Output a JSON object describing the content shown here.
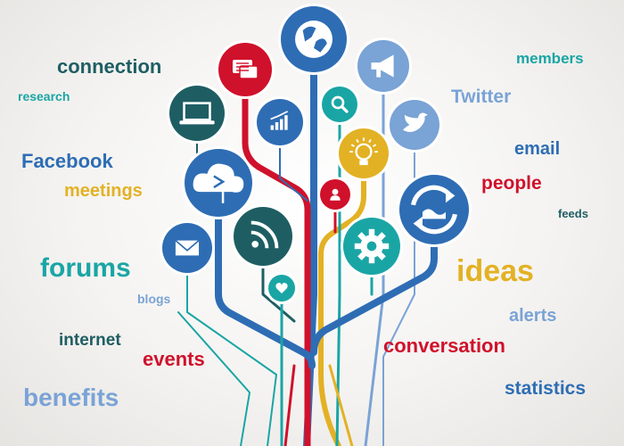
{
  "colors": {
    "blue": "#2e6db4",
    "teal": "#1aa5a5",
    "dark_teal": "#1e5e63",
    "red": "#d0112b",
    "yellow": "#e3b124",
    "light_blue": "#7aa3d6",
    "white": "#ffffff"
  },
  "words": [
    {
      "id": "connection",
      "text": "connection",
      "color": "#1e5e63"
    },
    {
      "id": "research",
      "text": "research",
      "color": "#1aa5a5"
    },
    {
      "id": "facebook",
      "text": "Facebook",
      "color": "#2e6db4"
    },
    {
      "id": "meetings",
      "text": "meetings",
      "color": "#e3b124"
    },
    {
      "id": "forums",
      "text": "forums",
      "color": "#1aa5a5"
    },
    {
      "id": "blogs",
      "text": "blogs",
      "color": "#7aa3d6"
    },
    {
      "id": "internet",
      "text": "internet",
      "color": "#1e5e63"
    },
    {
      "id": "events",
      "text": "events",
      "color": "#d0112b"
    },
    {
      "id": "benefits",
      "text": "benefits",
      "color": "#7aa3d6"
    },
    {
      "id": "members",
      "text": "members",
      "color": "#1aa5a5"
    },
    {
      "id": "twitter",
      "text": "Twitter",
      "color": "#7aa3d6"
    },
    {
      "id": "email",
      "text": "email",
      "color": "#2e6db4"
    },
    {
      "id": "people",
      "text": "people",
      "color": "#d0112b"
    },
    {
      "id": "feeds",
      "text": "feeds",
      "color": "#1e5e63"
    },
    {
      "id": "ideas",
      "text": "ideas",
      "color": "#e3b124"
    },
    {
      "id": "alerts",
      "text": "alerts",
      "color": "#7aa3d6"
    },
    {
      "id": "conversation",
      "text": "conversation",
      "color": "#d0112b"
    },
    {
      "id": "statistics",
      "text": "statistics",
      "color": "#2e6db4"
    }
  ],
  "icons": [
    {
      "id": "globe",
      "name": "globe-icon",
      "color": "#2e6db4"
    },
    {
      "id": "chat",
      "name": "chat-bubbles-icon",
      "color": "#d0112b"
    },
    {
      "id": "megaphone",
      "name": "megaphone-icon",
      "color": "#7aa3d6"
    },
    {
      "id": "laptop",
      "name": "laptop-icon",
      "color": "#1e5e63"
    },
    {
      "id": "chart",
      "name": "bar-chart-icon",
      "color": "#2e6db4"
    },
    {
      "id": "search",
      "name": "search-icon",
      "color": "#1aa5a5"
    },
    {
      "id": "bird",
      "name": "twitter-bird-icon",
      "color": "#7aa3d6"
    },
    {
      "id": "bulb",
      "name": "lightbulb-icon",
      "color": "#e3b124"
    },
    {
      "id": "cloud",
      "name": "cloud-share-icon",
      "color": "#2e6db4"
    },
    {
      "id": "person",
      "name": "person-icon",
      "color": "#d0112b"
    },
    {
      "id": "sync",
      "name": "sync-arrows-icon",
      "color": "#2e6db4"
    },
    {
      "id": "rss",
      "name": "rss-icon",
      "color": "#1e5e63"
    },
    {
      "id": "mail",
      "name": "mail-icon",
      "color": "#2e6db4"
    },
    {
      "id": "gear",
      "name": "gear-icon",
      "color": "#1aa5a5"
    },
    {
      "id": "heart",
      "name": "heart-icon",
      "color": "#1aa5a5"
    }
  ]
}
